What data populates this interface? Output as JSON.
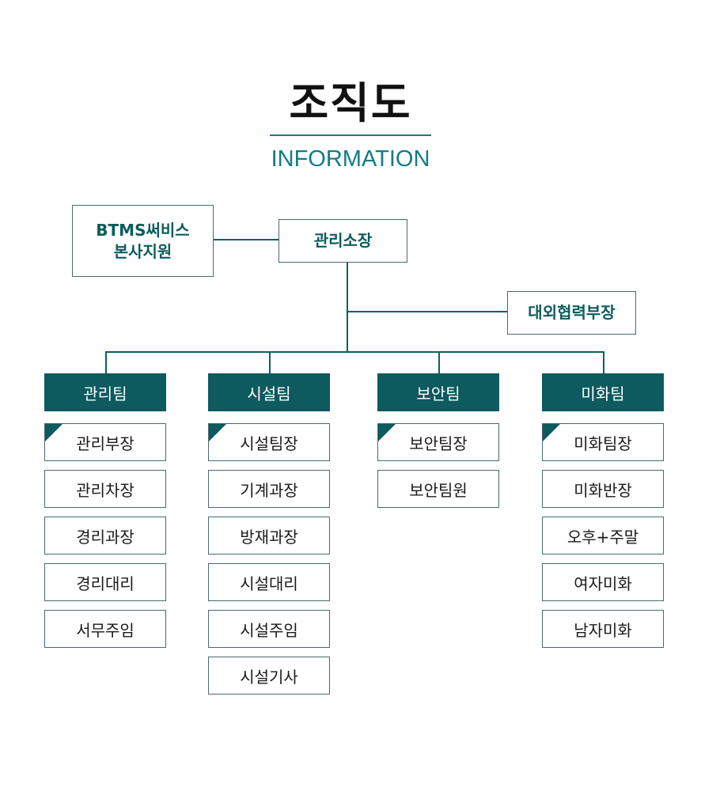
{
  "page": {
    "title": "조직도",
    "subtitle": "INFORMATION"
  },
  "org": {
    "head": "관리소장",
    "hq_line1": "BTMS써비스",
    "hq_line2": "본사지원",
    "external": "대외협력부장",
    "teams": [
      {
        "name": "관리팀",
        "members": [
          "관리부장",
          "관리차장",
          "경리과장",
          "경리대리",
          "서무주임"
        ]
      },
      {
        "name": "시설팀",
        "members": [
          "시설팀장",
          "기계과장",
          "방재과장",
          "시설대리",
          "시설주임",
          "시설기사"
        ]
      },
      {
        "name": "보안팀",
        "members": [
          "보안팀장",
          "보안팀원"
        ]
      },
      {
        "name": "미화팀",
        "members": [
          "미화팀장",
          "미화반장",
          "오후+주말",
          "여자미화",
          "남자미화"
        ]
      }
    ]
  },
  "colors": {
    "accent": "#127c86",
    "team_fill": "#0d5a5f",
    "box_text": "#0d5c5c",
    "border": "#4a6b6b"
  }
}
